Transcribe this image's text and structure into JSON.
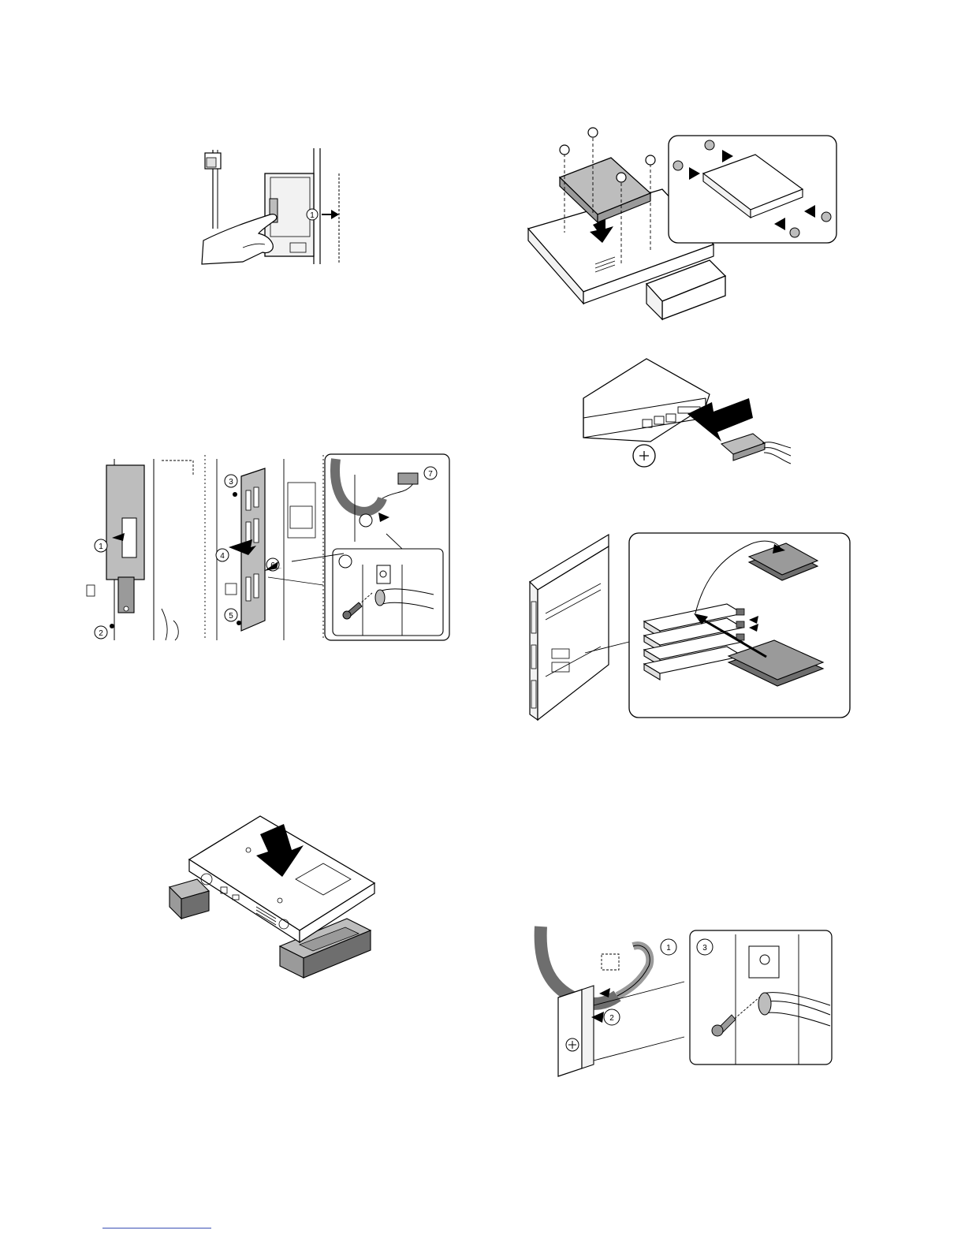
{
  "page": {
    "background": "#ffffff",
    "line_color": "#000000",
    "shade_light": "#bdbdbd",
    "shade_mid": "#9a9a9a",
    "shade_dark": "#6e6e6e",
    "footer_rule_color": "#3a4fb4"
  },
  "figures": {
    "cover_open": {
      "callouts": [
        "1"
      ]
    },
    "board_removal": {
      "callouts": [
        "1",
        "2",
        "3",
        "4",
        "5",
        "6",
        "7"
      ]
    },
    "hdd_place": {
      "callouts": []
    },
    "hdd_mount": {
      "callouts": []
    },
    "connector": {
      "callouts": []
    },
    "slot_insert": {
      "callouts": []
    },
    "reattach": {
      "callouts": [
        "1",
        "2",
        "3"
      ]
    }
  }
}
